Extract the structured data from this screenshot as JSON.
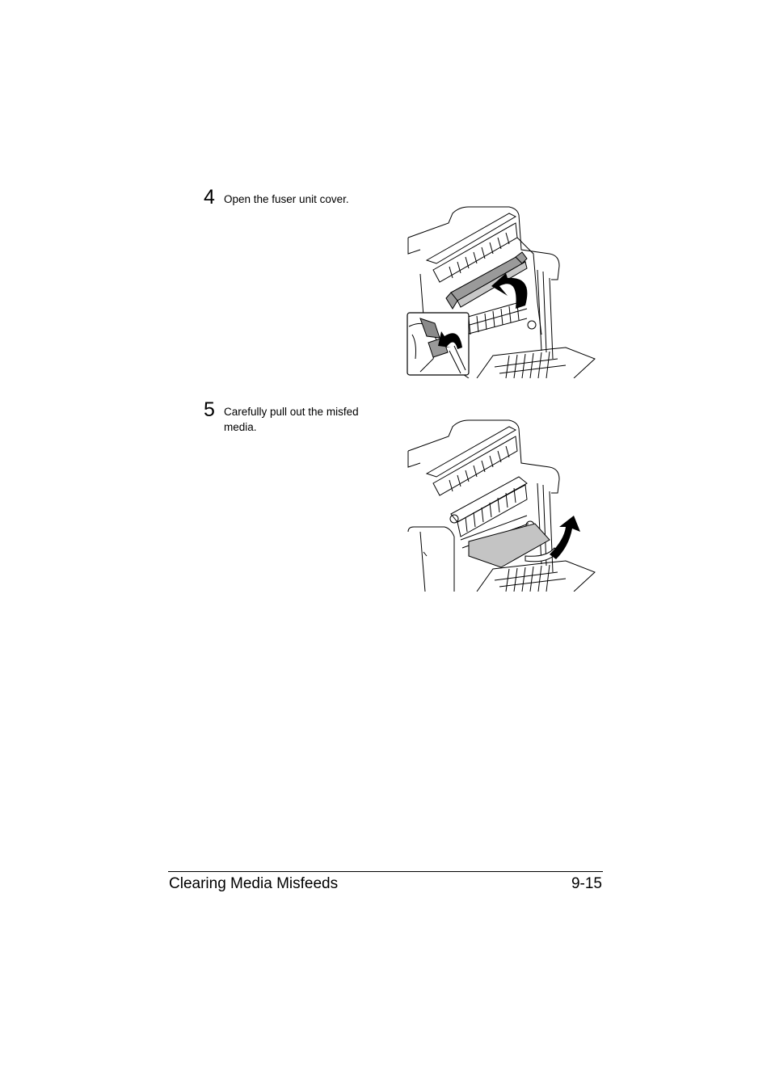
{
  "steps": [
    {
      "number": "4",
      "text": "Open the fuser unit cover."
    },
    {
      "number": "5",
      "text": "Carefully pull out the misfed media."
    }
  ],
  "footer": {
    "section_title": "Clearing Media Misfeeds",
    "page_number": "9-15"
  }
}
